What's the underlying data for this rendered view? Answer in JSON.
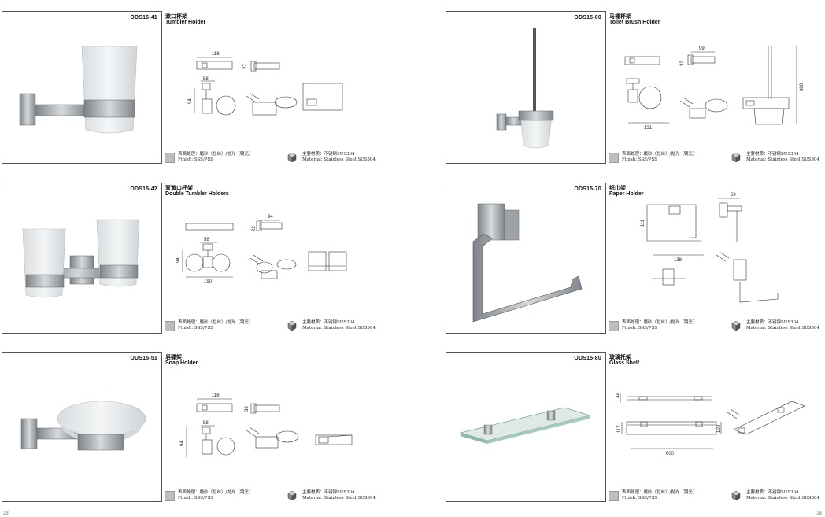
{
  "products": [
    {
      "code": "ODS15-41",
      "name_zh": "漱口杯架",
      "name_en": "Tumbler Holder",
      "dims": [
        "118",
        "27",
        "58",
        "94"
      ]
    },
    {
      "code": "ODS15-42",
      "name_zh": "双漱口杯架",
      "name_en": "Double Tumbler Holders",
      "dims": [
        "94",
        "22",
        "58",
        "94",
        "190"
      ]
    },
    {
      "code": "ODS15-51",
      "name_zh": "皂碟架",
      "name_en": "Soap Holder",
      "dims": [
        "118",
        "33",
        "58",
        "94"
      ]
    },
    {
      "code": "ODS15-60",
      "name_zh": "马桶杯架",
      "name_en": "Toilet Brush Holder",
      "dims": [
        "99",
        "32",
        "131",
        "380"
      ]
    },
    {
      "code": "ODS15-70",
      "name_zh": "纸巾架",
      "name_en": "Paper Holder",
      "dims": [
        "69",
        "111",
        "138"
      ]
    },
    {
      "code": "ODS15-80",
      "name_zh": "玻璃托架",
      "name_en": "Glass Shelf",
      "dims": [
        "32",
        "117",
        "100",
        "600"
      ]
    }
  ],
  "footer": {
    "finish_zh": "表面处理：磨砂（拉丝）/抛光（镜光）",
    "finish_en": "Finish: SSS/PSS",
    "material_zh": "主要材质：不锈钢SUS304",
    "material_en": "Material: Stainless Steel SUS304"
  },
  "page_numbers": {
    "left": "23",
    "right": "28"
  },
  "colors": {
    "steel": "#a9aeb3",
    "glass": "#e4e8ea",
    "line": "#333333",
    "swatch": "#bdbdbd"
  }
}
